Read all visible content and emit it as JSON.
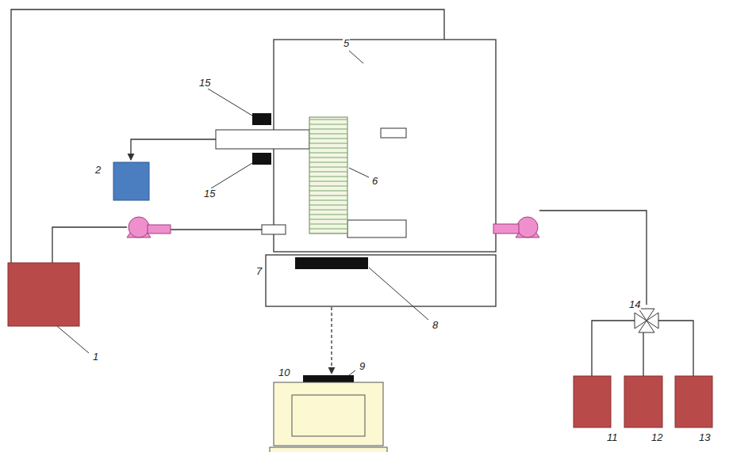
{
  "diagram": {
    "labels": [
      "15",
      "5",
      "6",
      "2",
      "15",
      "14",
      "7",
      "8",
      "1",
      "9",
      "10",
      "11",
      "12",
      "13"
    ]
  }
}
